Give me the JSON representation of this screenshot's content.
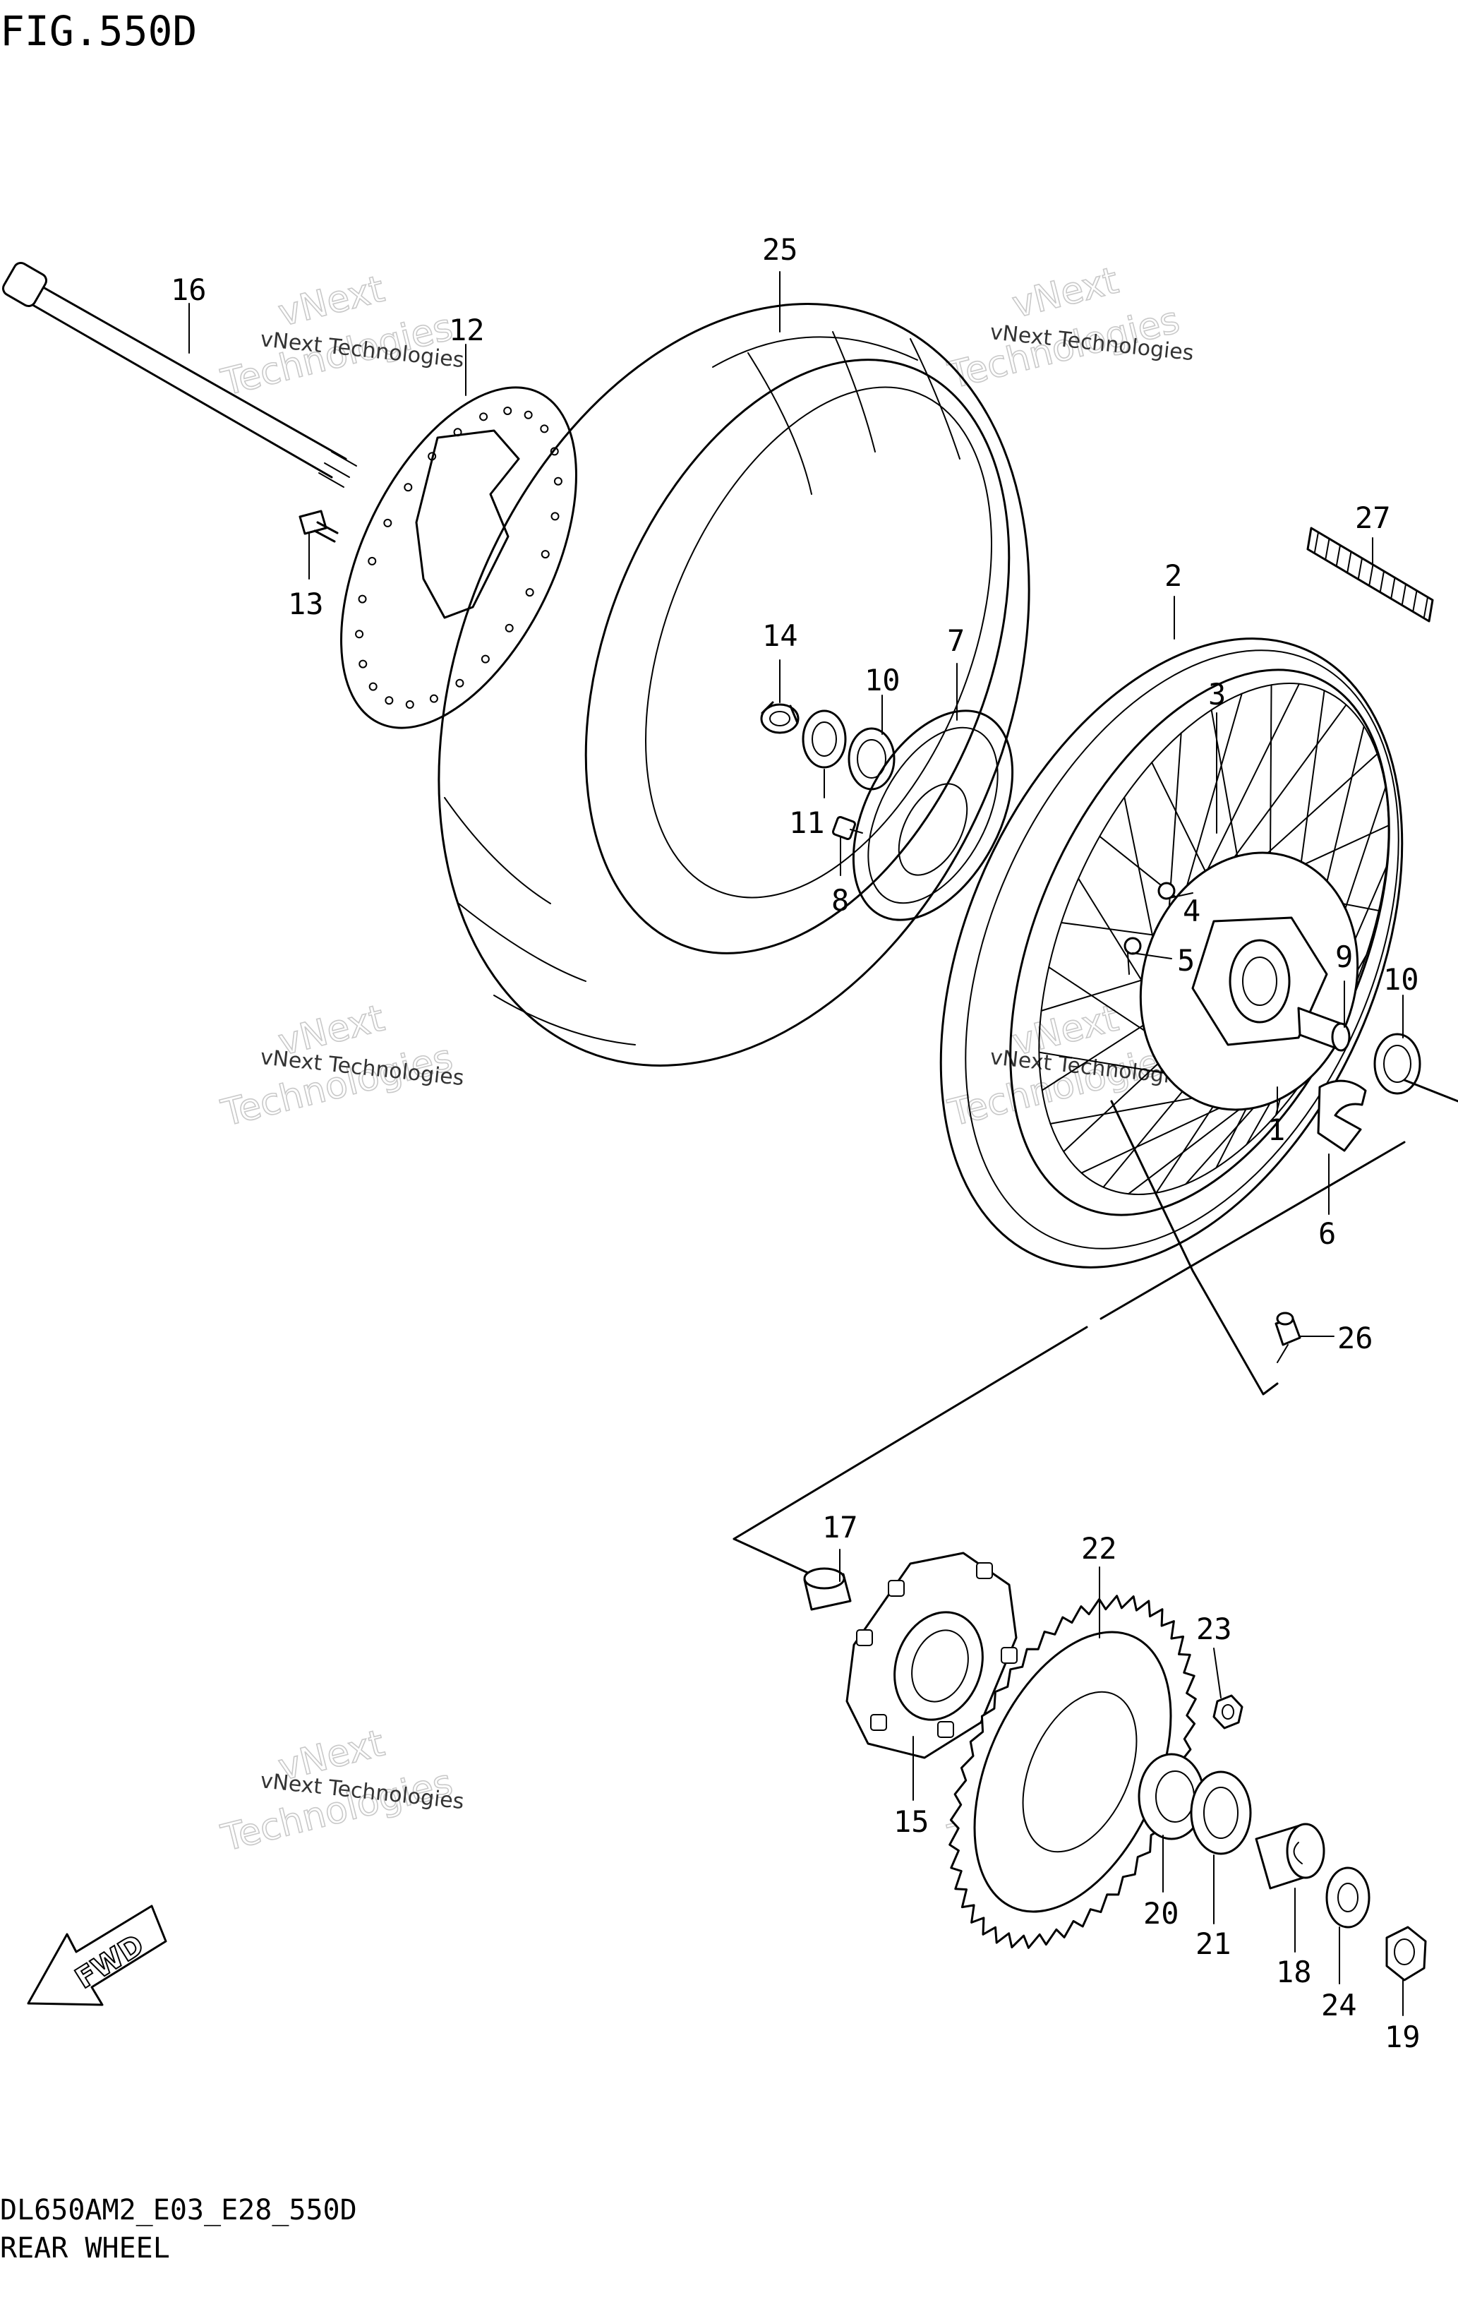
{
  "figure": {
    "title": "FIG.550D",
    "model_code": "DL650AM2_E03_E28_550D",
    "section_name": "REAR WHEEL",
    "fwd_label": "FWD"
  },
  "watermark": {
    "small": "vNext Technologies",
    "large_top": "vNext",
    "large_bottom": "Technologies"
  },
  "callouts": [
    {
      "id": "p16",
      "text": "16"
    },
    {
      "id": "p12",
      "text": "12"
    },
    {
      "id": "p13",
      "text": "13"
    },
    {
      "id": "p25",
      "text": "25"
    },
    {
      "id": "p27",
      "text": "27"
    },
    {
      "id": "p2",
      "text": "2"
    },
    {
      "id": "p14",
      "text": "14"
    },
    {
      "id": "p7",
      "text": "7"
    },
    {
      "id": "p10a",
      "text": "10"
    },
    {
      "id": "p3",
      "text": "3"
    },
    {
      "id": "p11",
      "text": "11"
    },
    {
      "id": "p8",
      "text": "8"
    },
    {
      "id": "p4",
      "text": "4"
    },
    {
      "id": "p5",
      "text": "5"
    },
    {
      "id": "p9",
      "text": "9"
    },
    {
      "id": "p10b",
      "text": "10"
    },
    {
      "id": "p1",
      "text": "1"
    },
    {
      "id": "p6",
      "text": "6"
    },
    {
      "id": "p26",
      "text": "26"
    },
    {
      "id": "p17",
      "text": "17"
    },
    {
      "id": "p22",
      "text": "22"
    },
    {
      "id": "p23",
      "text": "23"
    },
    {
      "id": "p15",
      "text": "15"
    },
    {
      "id": "p20",
      "text": "20"
    },
    {
      "id": "p21",
      "text": "21"
    },
    {
      "id": "p18",
      "text": "18"
    },
    {
      "id": "p24",
      "text": "24"
    },
    {
      "id": "p19",
      "text": "19"
    }
  ]
}
